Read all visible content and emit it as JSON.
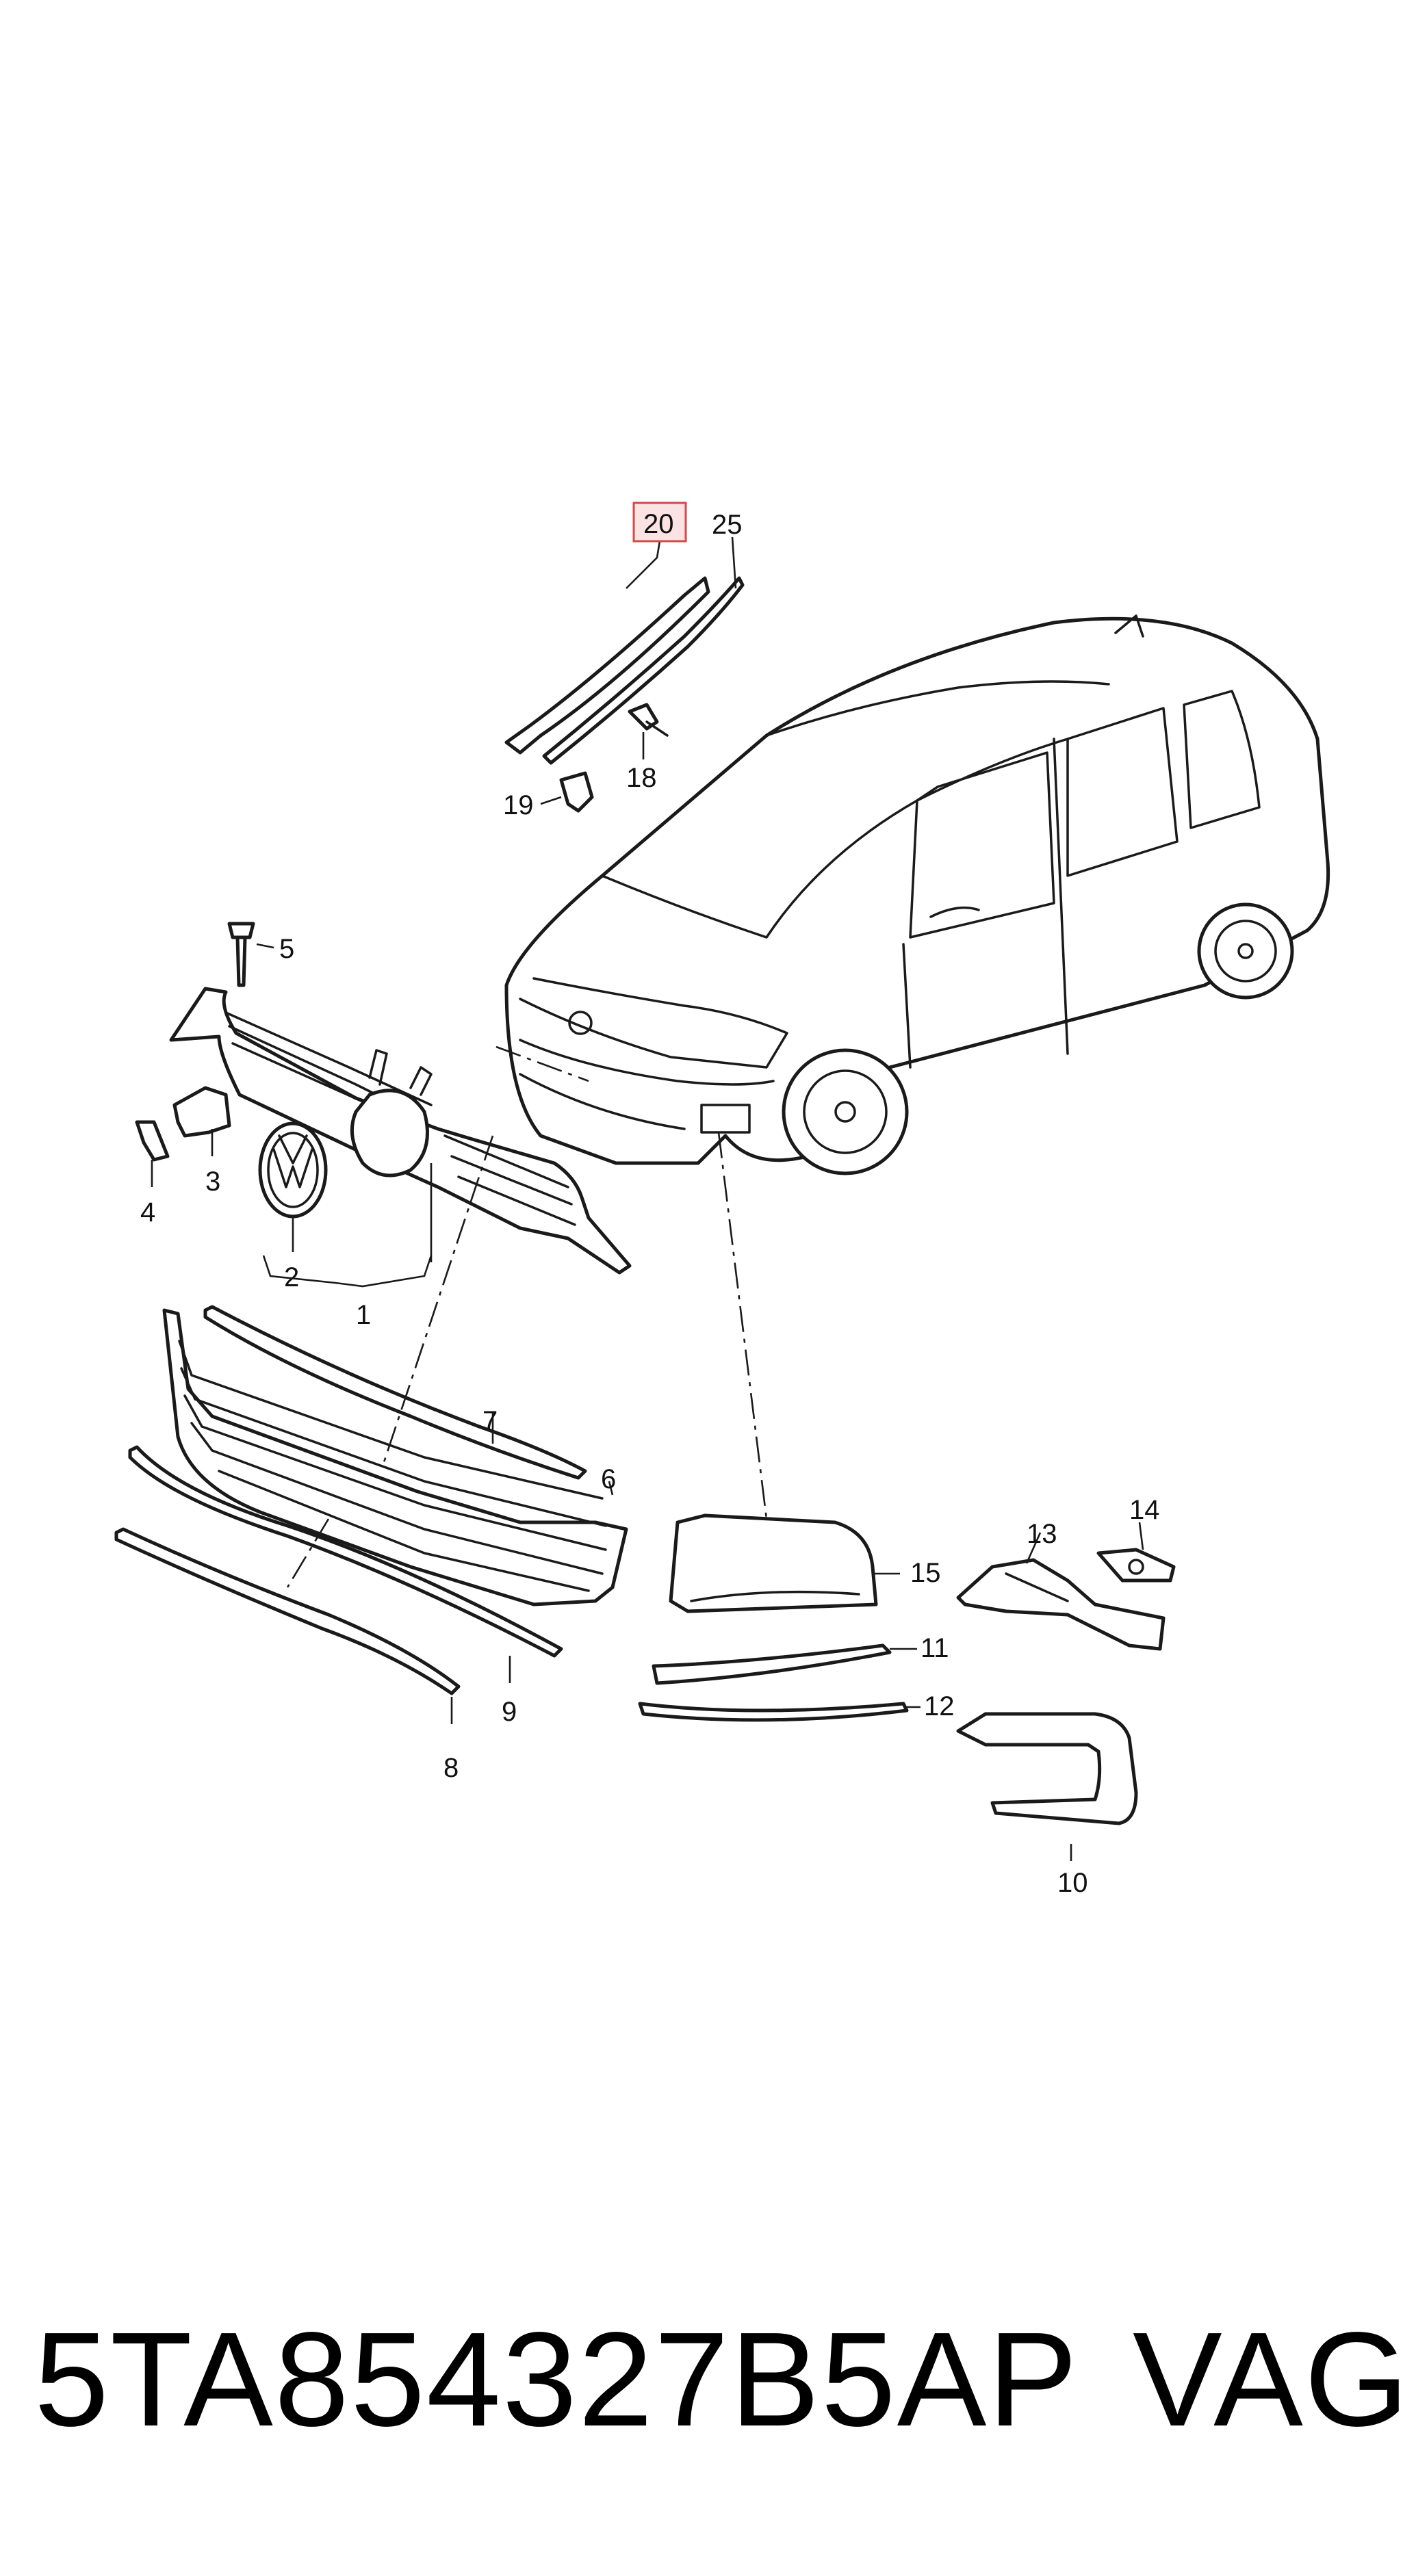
{
  "diagram": {
    "callouts": [
      "1",
      "2",
      "3",
      "4",
      "5",
      "6",
      "7",
      "8",
      "9",
      "10",
      "11",
      "12",
      "13",
      "14",
      "15",
      "18",
      "19",
      "20",
      "25"
    ],
    "highlighted_callout": "20",
    "highlight_color": "#d24a4a"
  },
  "footer": {
    "part_number": "5TA854327B5AP",
    "brand": "VAG"
  }
}
